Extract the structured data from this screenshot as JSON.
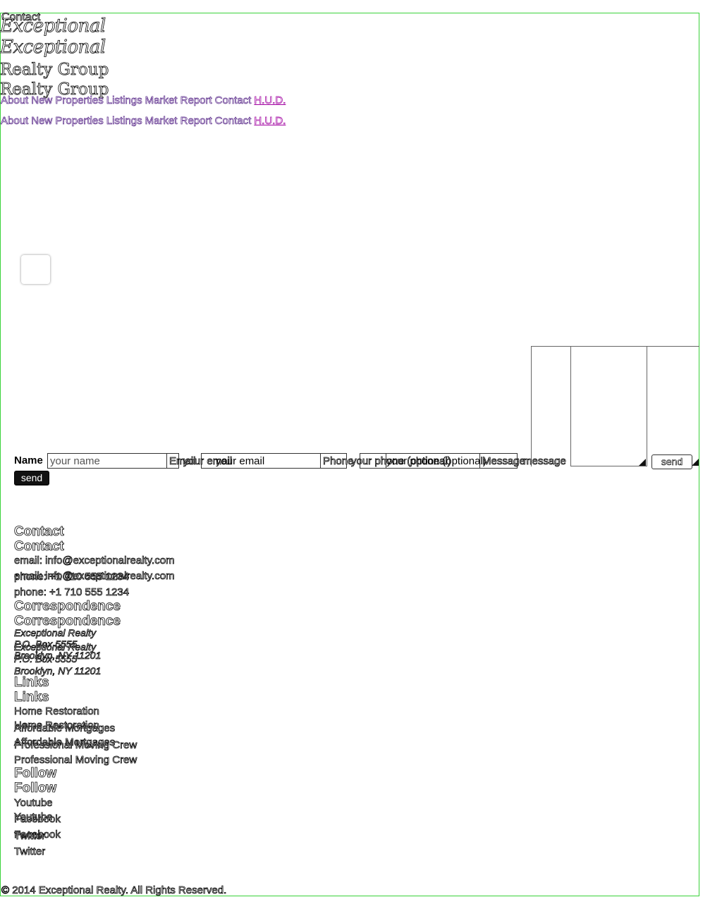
{
  "header": {
    "brand_top": "Contact",
    "brand_line1": "Exceptional",
    "brand_line2": "Realty Group"
  },
  "nav": {
    "items": [
      "About",
      "New Properties",
      "Listings",
      "Market Report",
      "Contact"
    ],
    "hud": "H.U.D."
  },
  "form": {
    "name_label": "Name",
    "name_placeholder": "your name",
    "email_label": "Email",
    "email_placeholder": "your email",
    "phone_label": "Phone",
    "phone_placeholder": "your phone (optional)",
    "message_label": "Message",
    "message_placeholder": "message",
    "send_label": "send"
  },
  "contact": {
    "heading": "Contact",
    "email": "email: info@exceptionalrealty.com",
    "phone": "phone: +1 710 555 1234"
  },
  "correspondence": {
    "heading": "Correspondence",
    "lines": [
      "Exceptional Realty",
      "P.O. Box 5555",
      "Brooklyn, NY 11201"
    ]
  },
  "links": {
    "heading": "Links",
    "items": [
      "Home Restoration",
      "Affordable Mortgages",
      "Professional Moving Crew"
    ]
  },
  "follow": {
    "heading": "Follow",
    "items": [
      "Youtube",
      "Facebook",
      "Twitter"
    ]
  },
  "footer": {
    "copyright": "© 2014 Exceptional Realty. All Rights Reserved."
  }
}
